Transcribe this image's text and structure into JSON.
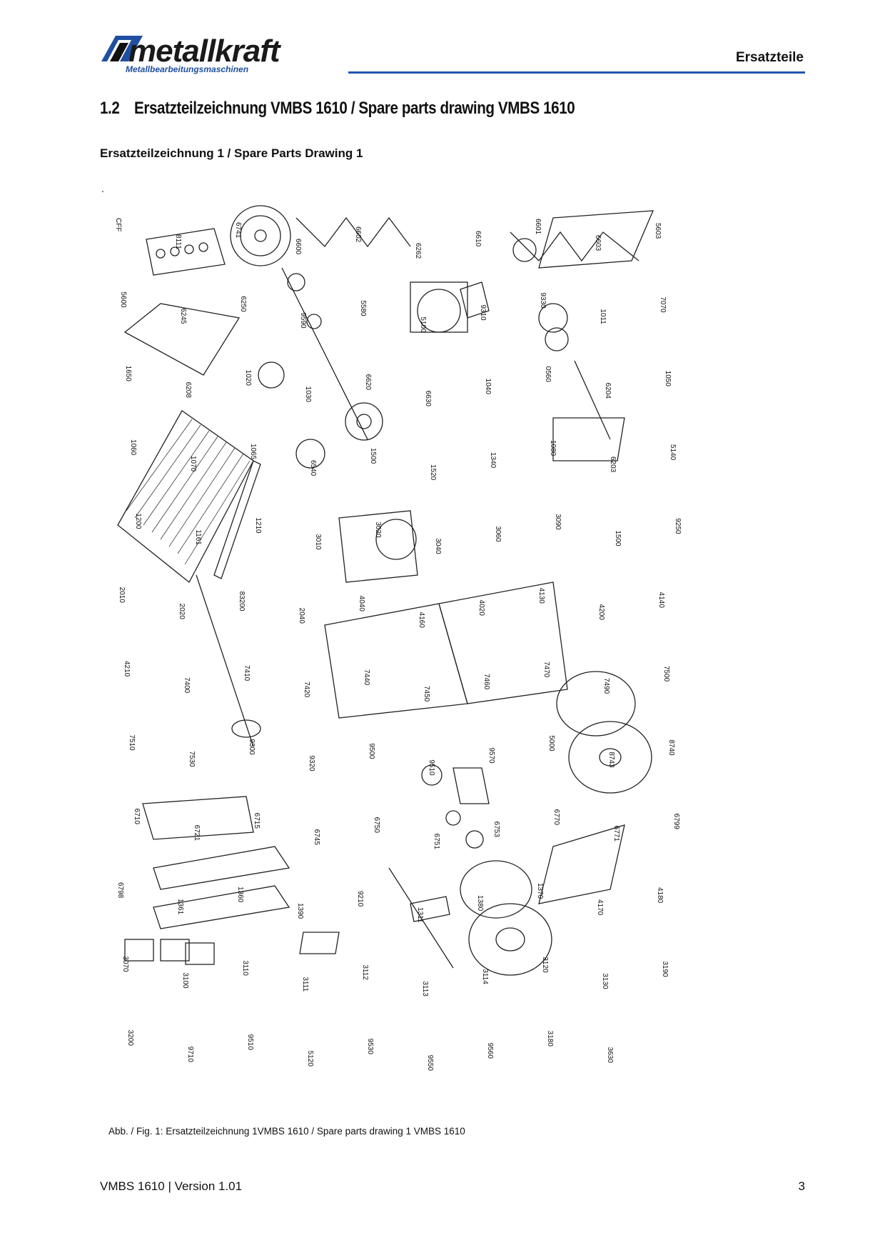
{
  "header": {
    "brand": "metallkraft",
    "brand_tagline": "Metallbearbeitungsmaschinen",
    "section_label": "Ersatzteile"
  },
  "section": {
    "number": "1.2",
    "title": "Ersatzteilzeichnung VMBS 1610 / Spare parts drawing VMBS 1610"
  },
  "subtitle": "Ersatzteilzeichnung 1 / Spare Parts Drawing 1",
  "stray_mark": ".",
  "drawing": {
    "part_numbers": [
      "CFF",
      "8111",
      "6741",
      "6600",
      "6602",
      "6262",
      "6610",
      "6601",
      "6603",
      "5603",
      "5600",
      "6245",
      "6250",
      "9590",
      "5580",
      "5100",
      "9310",
      "9330",
      "1011",
      "7070",
      "1650",
      "6208",
      "1020",
      "1030",
      "6620",
      "6630",
      "1040",
      "0560",
      "6204",
      "1050",
      "1060",
      "1070",
      "1065",
      "6540",
      "1500",
      "1520",
      "1340",
      "1080",
      "6203",
      "5140",
      "1200",
      "1161",
      "1210",
      "3010",
      "3020",
      "3040",
      "3060",
      "3090",
      "1500",
      "9250",
      "2010",
      "2020",
      "83200",
      "2040",
      "4040",
      "4160",
      "4020",
      "4130",
      "4200",
      "4140",
      "4210",
      "7400",
      "7410",
      "7420",
      "7440",
      "7450",
      "7460",
      "7470",
      "7490",
      "7500",
      "7510",
      "7530",
      "9300",
      "9320",
      "9500",
      "9510",
      "9570",
      "5000",
      "8743",
      "8740",
      "6710",
      "6721",
      "6715",
      "6745",
      "6750",
      "6751",
      "6753",
      "6770",
      "6771",
      "6799",
      "6798",
      "1361",
      "1360",
      "1390",
      "9210",
      "1311",
      "1380",
      "1370",
      "4170",
      "4180",
      "3070",
      "3100",
      "3110",
      "3111",
      "3112",
      "3113",
      "3114",
      "3120",
      "3130",
      "3190",
      "3200",
      "9710",
      "9510",
      "5120",
      "9530",
      "9550",
      "9560",
      "3180",
      "3630"
    ]
  },
  "caption": "Abb. / Fig. 1: Ersatzteilzeichnung 1VMBS 1610 / Spare parts drawing 1 VMBS 1610",
  "footer": {
    "doc": "VMBS 1610 | Version 1.01",
    "page": "3"
  }
}
